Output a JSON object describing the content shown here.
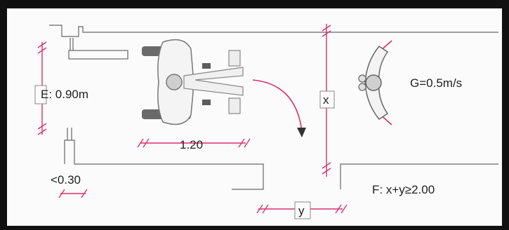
{
  "labels": {
    "e": "E: 0.90m",
    "x": "x",
    "g": "G=0.5m/s",
    "length": "1.20",
    "min": "<0.30",
    "f": "F: x+y≥2.00",
    "y": "y"
  },
  "colors": {
    "dimension": "#d9306e",
    "wall": "#555555",
    "frame": "#111111"
  }
}
